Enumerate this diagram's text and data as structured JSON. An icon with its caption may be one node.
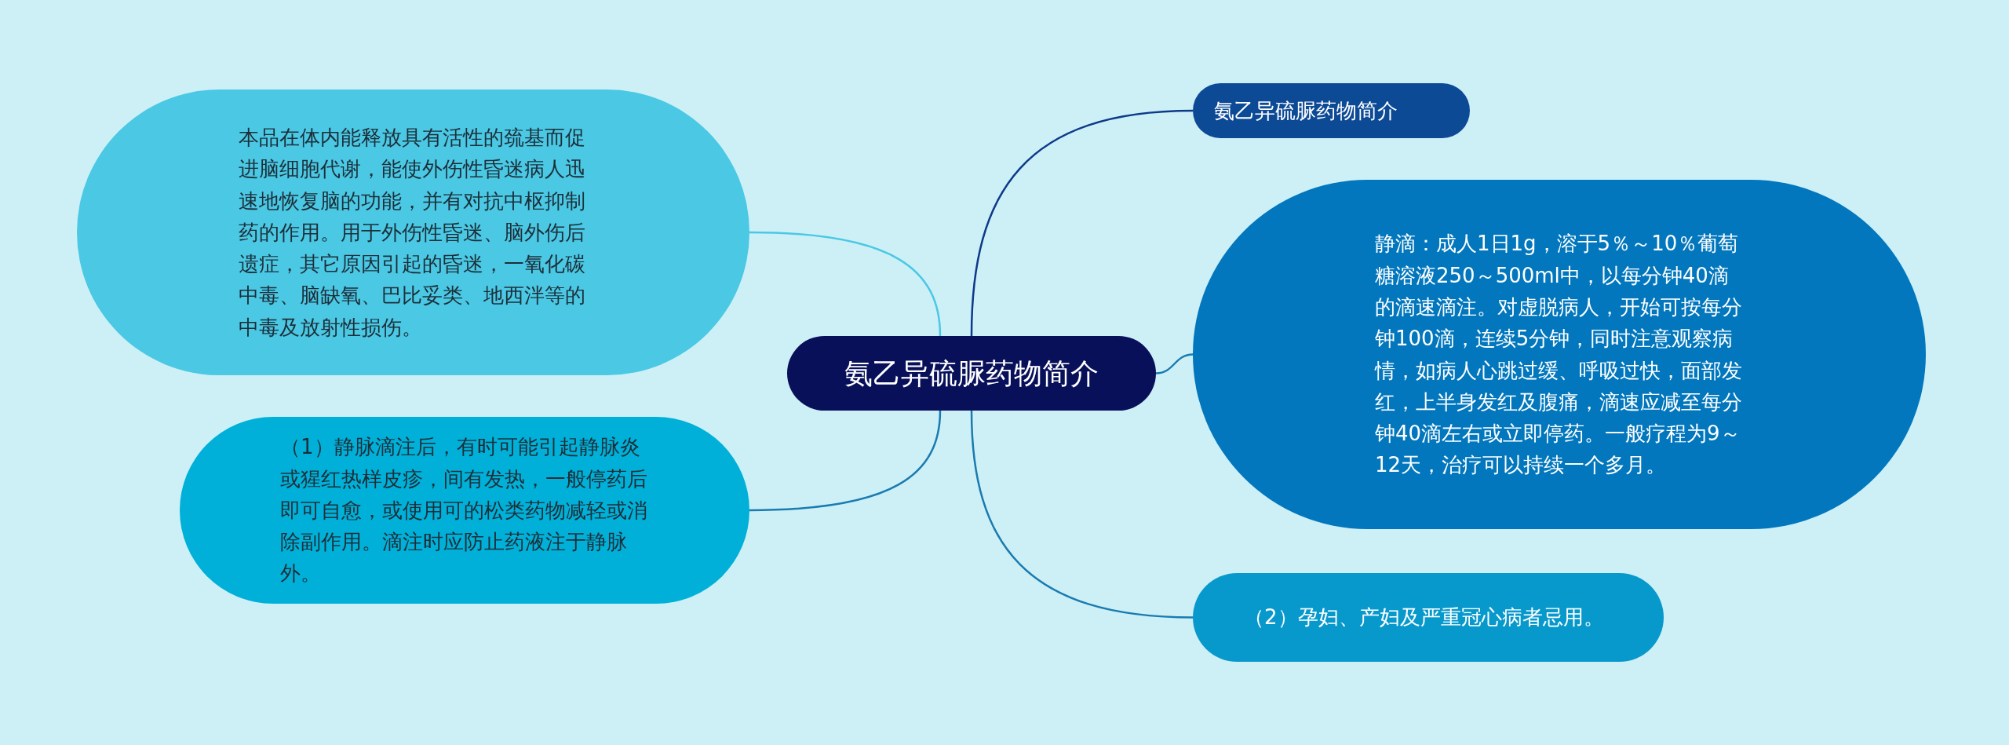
{
  "diagram": {
    "nodes": [
      {
        "text": [
          "氨乙异硫脲药物简介"
        ]
      },
      {
        "text": [
          "氨乙异硫脲药物简介"
        ]
      },
      {
        "text": [
          "静滴：成人1日1g，溶于5％～10％葡萄糖溶液250～500ml中，以每分钟40滴的滴速滴注。对虚脱病人，开始可按每分钟100滴，连续5分钟，同时注意观察病情，如病人心跳过缓、呼吸过快，面部发红，上半身发红及腹痛，滴速应减至每分钟40滴左右或立即停药。一般疗程为9～12天，治疗可以持续一个多月。"
        ]
      },
      {
        "text": [
          "（2）孕妇、产妇及严重冠心病者忌用。"
        ]
      },
      {
        "text": [
          "本品在体内能释放具有活性的巯基而促进脑细胞代谢，能使外伤性昏迷病人迅速地恢复脑的功能，并有对抗中枢抑制药的作用。用于外伤性昏迷、脑外伤后遗症，其它原因引起的昏迷，一氧化碳中毒、脑缺氧、巴比妥类、地西泮等的中毒及放射性损伤。"
        ]
      },
      {
        "text": [
          "（1）静脉滴注后，有时可能引起静脉炎或猩红热样皮疹，间有发热，一般停药后即可自愈，或使用可的松类药物减轻或消除副作用。滴注时应防止药液注于静脉外。"
        ]
      }
    ],
    "edges": [
      {
        "from": 0,
        "to": 1,
        "arrow": "none",
        "color": "#0d3a8a"
      },
      {
        "from": 0,
        "to": 2,
        "arrow": "none"
      },
      {
        "from": 0,
        "to": 3,
        "arrow": "none"
      },
      {
        "from": 0,
        "to": 4,
        "arrow": "none",
        "color": "#4ac8e4"
      },
      {
        "from": 0,
        "to": 5,
        "arrow": "none"
      }
    ]
  }
}
